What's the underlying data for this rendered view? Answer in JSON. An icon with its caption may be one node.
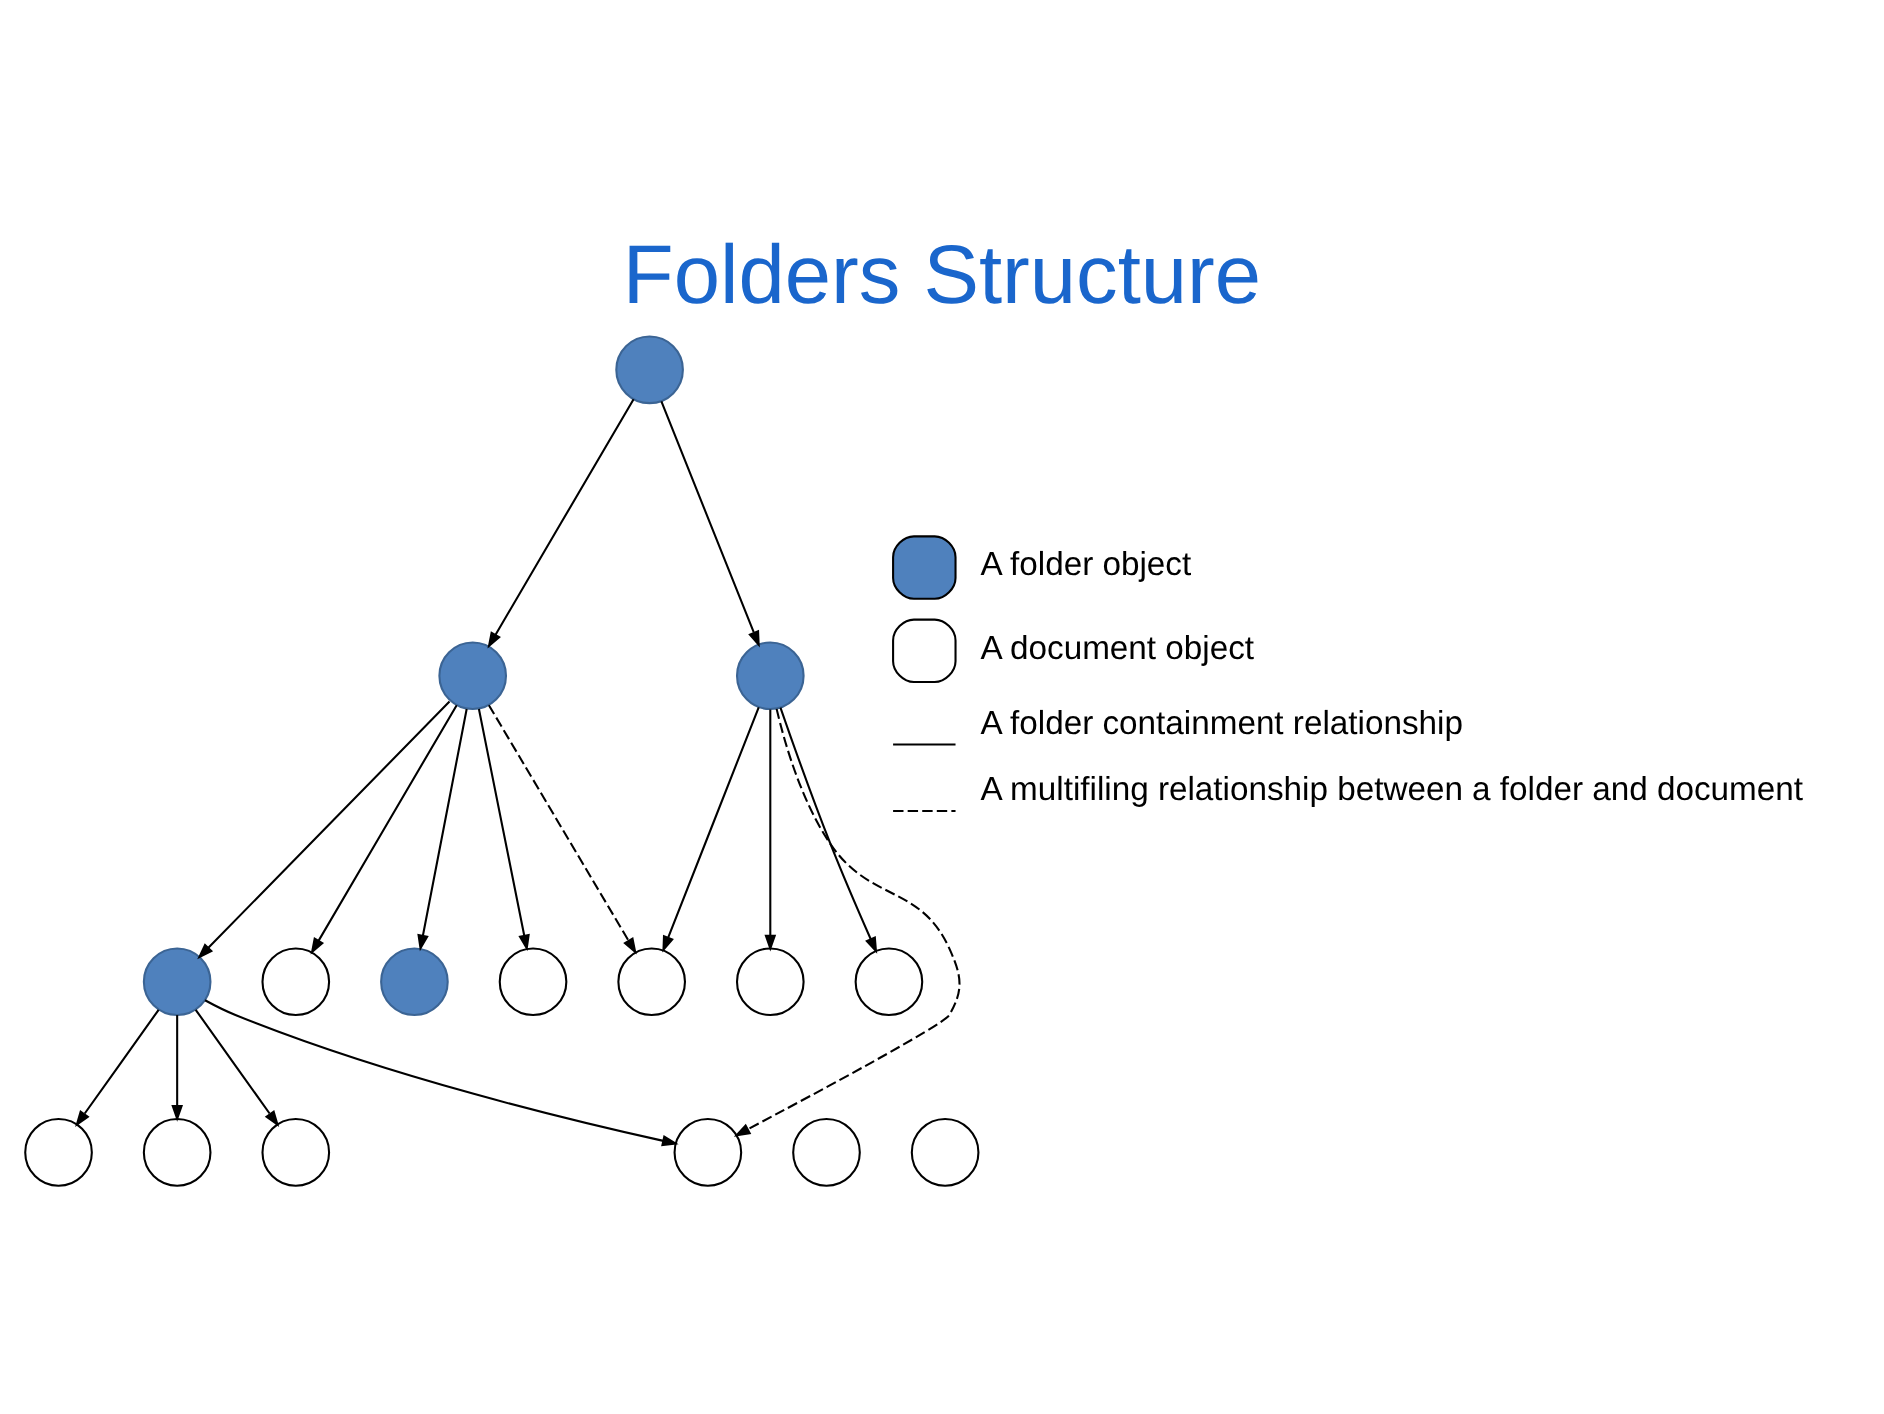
{
  "diagram": {
    "title": "Folders Structure",
    "nodes": [
      {
        "text": [],
        "shape": "circle"
      },
      {
        "text": [],
        "shape": "circle"
      },
      {
        "text": [],
        "shape": "circle"
      },
      {
        "text": [],
        "shape": "circle"
      },
      {
        "text": [],
        "shape": "circle"
      },
      {
        "text": [],
        "shape": "circle"
      },
      {
        "text": [],
        "shape": "circle"
      },
      {
        "text": [],
        "shape": "circle"
      },
      {
        "text": [],
        "shape": "circle"
      },
      {
        "text": [],
        "shape": "circle"
      },
      {
        "text": [],
        "shape": "circle"
      },
      {
        "text": [],
        "shape": "circle"
      },
      {
        "text": [],
        "shape": "circle"
      },
      {
        "text": [],
        "shape": "circle"
      },
      {
        "text": [],
        "shape": "circle"
      },
      {
        "text": [],
        "shape": "circle"
      }
    ],
    "edges": [
      {
        "from": 0,
        "to": 1,
        "arrow": "to"
      },
      {
        "from": 0,
        "to": 2,
        "arrow": "to"
      },
      {
        "from": 1,
        "to": 3,
        "arrow": "to"
      },
      {
        "from": 1,
        "to": 4,
        "arrow": "to"
      },
      {
        "from": 1,
        "to": 5,
        "arrow": "to"
      },
      {
        "from": 1,
        "to": 6,
        "arrow": "to"
      },
      {
        "from": 1,
        "to": 7,
        "arrow": "to",
        "style": "dashed"
      },
      {
        "from": 2,
        "to": 7,
        "arrow": "to"
      },
      {
        "from": 2,
        "to": 8,
        "arrow": "to"
      },
      {
        "from": 2,
        "to": 9,
        "arrow": "to"
      },
      {
        "from": 2,
        "to": 13,
        "arrow": "to",
        "style": "dashed"
      },
      {
        "from": 3,
        "to": 10,
        "arrow": "to"
      },
      {
        "from": 3,
        "to": 11,
        "arrow": "to"
      },
      {
        "from": 3,
        "to": 12,
        "arrow": "to"
      },
      {
        "from": 3,
        "to": 13,
        "arrow": "to"
      }
    ],
    "legend": [
      {
        "text": "A folder object",
        "color": "#4f81bd"
      },
      {
        "text": "A document object",
        "color": "#ffffff"
      },
      {
        "text": "A folder containment relationship"
      },
      {
        "text": "A multifiling relationship between a folder and document"
      }
    ]
  }
}
